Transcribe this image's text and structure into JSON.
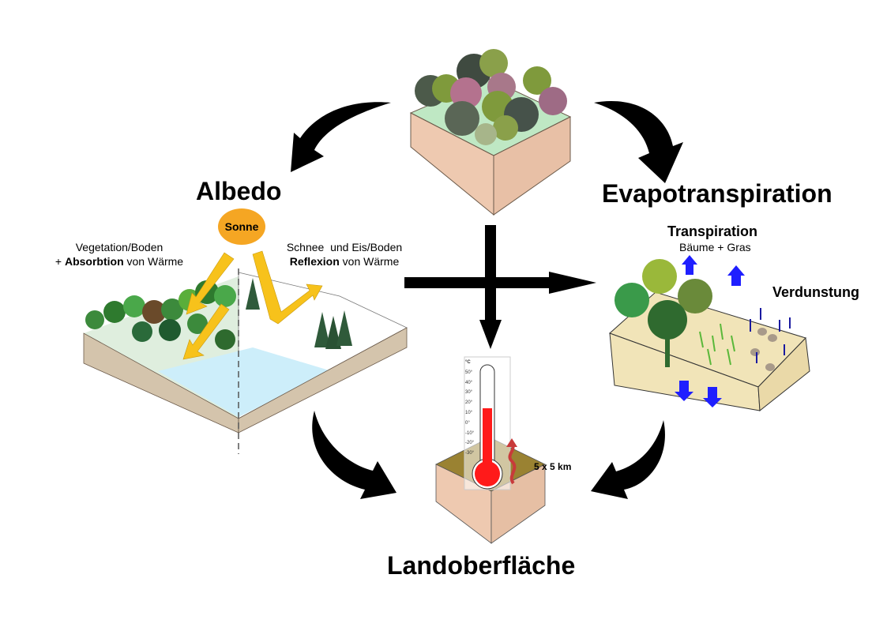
{
  "diagram": {
    "top_node": {
      "name": "forest-block",
      "description": "Waldblock"
    },
    "albedo": {
      "title": "Albedo",
      "sun_label": "Sonne",
      "left_caption": {
        "line1": "Vegetation/Boden",
        "line2_prefix": "+ ",
        "line2_bold": "Absorbtion",
        "line2_suffix": " von Wärme"
      },
      "right_caption": {
        "line1": "Schnee  und Eis/Boden",
        "line2_bold": "Reflexion",
        "line2_suffix": " von Wärme"
      }
    },
    "evapotranspiration": {
      "title": "Evapotranspiration",
      "transpiration_label": "Transpiration",
      "transpiration_sub": "Bäume + Gras",
      "evaporation_label": "Verdunstung"
    },
    "land_surface": {
      "title": "Landoberfläche",
      "scale_label": "5 x 5 km",
      "thermometer": {
        "unit": "°C",
        "ticks": [
          "50°",
          "40°",
          "30°",
          "20°",
          "10°",
          "0°",
          "-10°",
          "-20°",
          "-30°"
        ],
        "reading": 20
      }
    },
    "colors": {
      "sun": "#f5a623",
      "sun_rays": "#f7c21b",
      "soil_block": "#eec9b0",
      "grass_top": "#bfe8c4",
      "water": "#cdeefa",
      "thermo_red": "#ff1a1a",
      "ground_top": "#9a8232",
      "blue_arrow": "#1f1fff",
      "block_sand": "#f1e4b8"
    }
  }
}
